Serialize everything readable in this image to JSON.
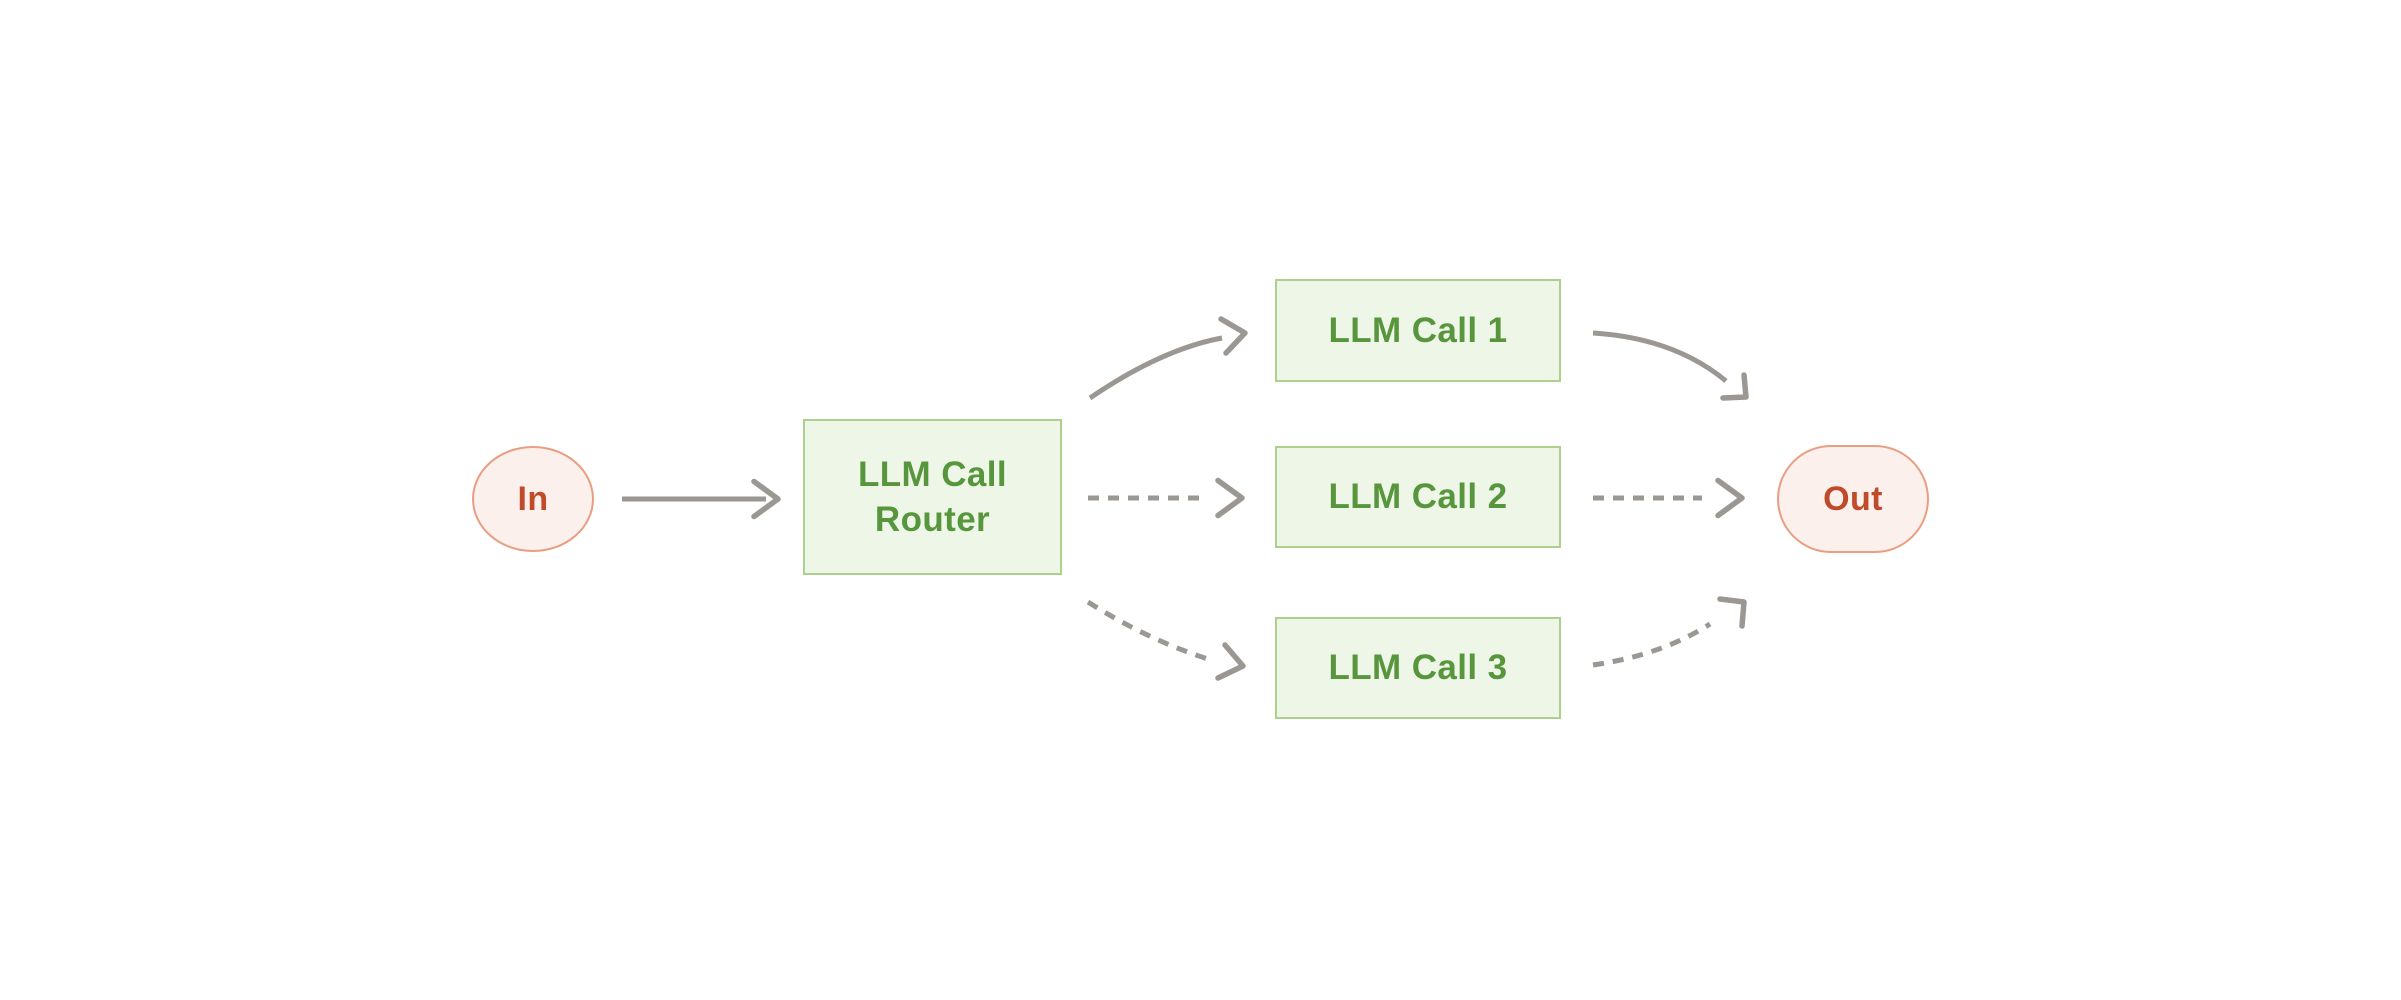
{
  "colors": {
    "background": "#ffffff",
    "green_fill": "#eef6e7",
    "green_border": "#add08d",
    "green_text": "#58963d",
    "pink_fill": "#fcf0ec",
    "pink_border": "#e99e82",
    "red_text": "#bf4b2b",
    "arrow": "#9b9793"
  },
  "nodes": {
    "in": {
      "label": "In"
    },
    "router": {
      "lines": [
        "LLM Call",
        "Router"
      ]
    },
    "call1": {
      "label": "LLM Call 1"
    },
    "call2": {
      "label": "LLM Call 2"
    },
    "call3": {
      "label": "LLM Call 3"
    },
    "out": {
      "label": "Out"
    }
  },
  "edges": [
    {
      "from": "in",
      "to": "router",
      "style": "solid"
    },
    {
      "from": "router",
      "to": "call1",
      "style": "solid"
    },
    {
      "from": "router",
      "to": "call2",
      "style": "dashed"
    },
    {
      "from": "router",
      "to": "call3",
      "style": "dashed"
    },
    {
      "from": "call1",
      "to": "out",
      "style": "solid"
    },
    {
      "from": "call2",
      "to": "out",
      "style": "dashed"
    },
    {
      "from": "call3",
      "to": "out",
      "style": "dashed"
    }
  ]
}
